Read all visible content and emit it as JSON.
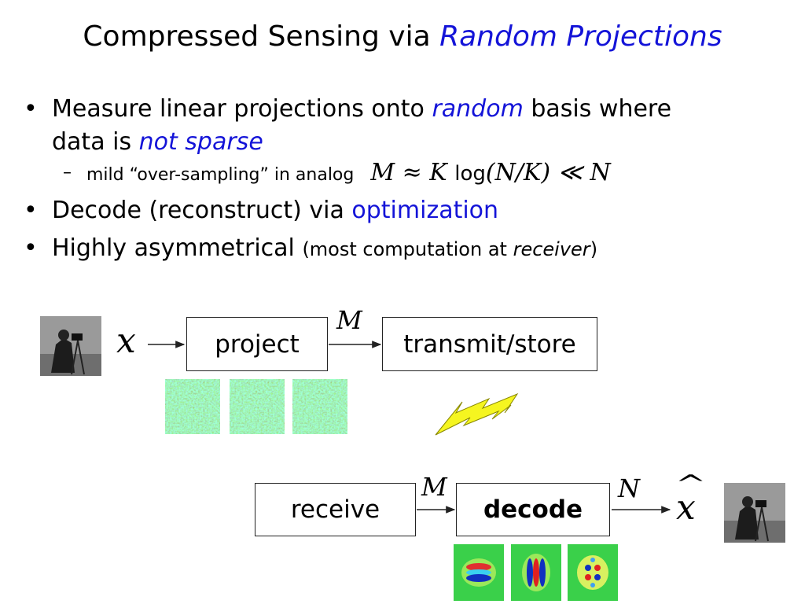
{
  "title": {
    "prefix": "Compressed Sensing via ",
    "accent": "Random Projections"
  },
  "bullets": {
    "b1": {
      "t1": "Measure linear projections onto ",
      "t2": "random",
      "t3": " basis where",
      "t4": "data is ",
      "t5": "not sparse"
    },
    "b1_sub": {
      "text": "mild “over-sampling” in analog",
      "formula": {
        "m": "M ≈ K ",
        "log": "log",
        "rest": "(N/K) ≪ N"
      }
    },
    "b2": {
      "t1": "Decode (reconstruct) via ",
      "t2": "optimization"
    },
    "b3": {
      "t1": "Highly asymmetrical ",
      "p1": "(most computation at ",
      "p2": "receiver",
      "p3": ")"
    }
  },
  "diagram": {
    "x_label": "x",
    "project_label": "project",
    "m_label_top": "M",
    "transmit_label": "transmit/store",
    "receive_label": "receive",
    "m_label_bottom": "M",
    "decode_label": "decode",
    "n_label": "N",
    "xhat_label": "x",
    "xhat_accent": "^"
  },
  "colors": {
    "accent": "#1414d8",
    "lightning": "#f5f520"
  }
}
